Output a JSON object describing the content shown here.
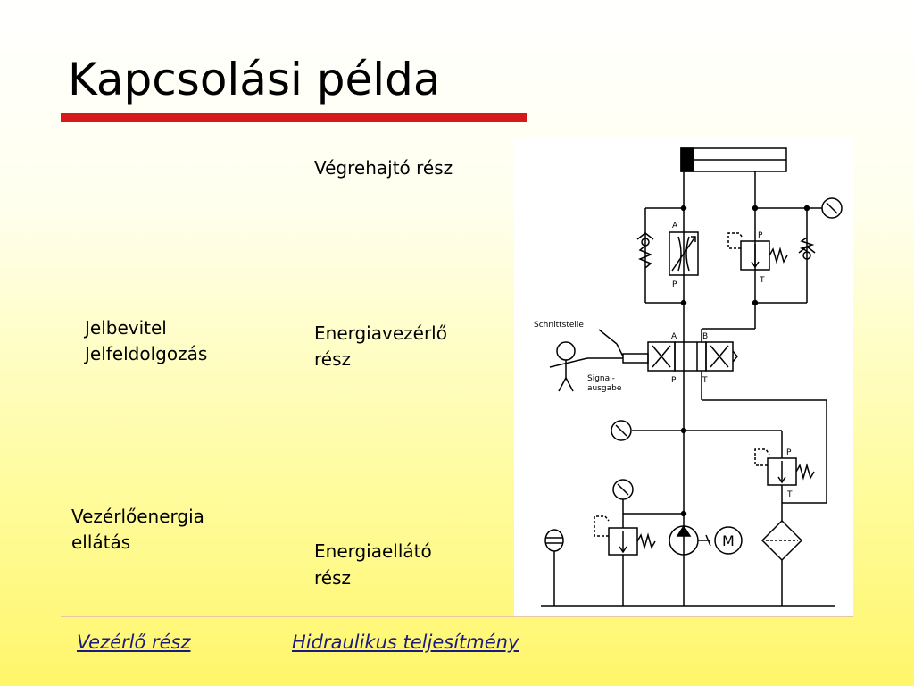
{
  "title": "Kapcsolási példa",
  "labels": {
    "vegrehajto": "Végrehajtó rész",
    "energiavezerlo_1": "Energiavezérlő",
    "energiavezerlo_2": "rész",
    "energiaellato_1": "Energiaellátó",
    "energiaellato_2": "rész",
    "jelbevitel_1": "Jelbevitel",
    "jelbevitel_2": "Jelfeldolgozás",
    "vezerloenergia_1": "Vezérlőenergia",
    "vezerloenergia_2": "ellátás"
  },
  "footer": {
    "left_link": "Vezérlő rész",
    "right_link": "Hidraulikus teljesítmény"
  },
  "diagram": {
    "schnittstelle": "Schnittstelle",
    "signal_1": "Signal-",
    "signal_2": "ausgabe",
    "port_a": "A",
    "port_b": "B",
    "port_p": "P",
    "port_t": "T",
    "motor": "M"
  }
}
